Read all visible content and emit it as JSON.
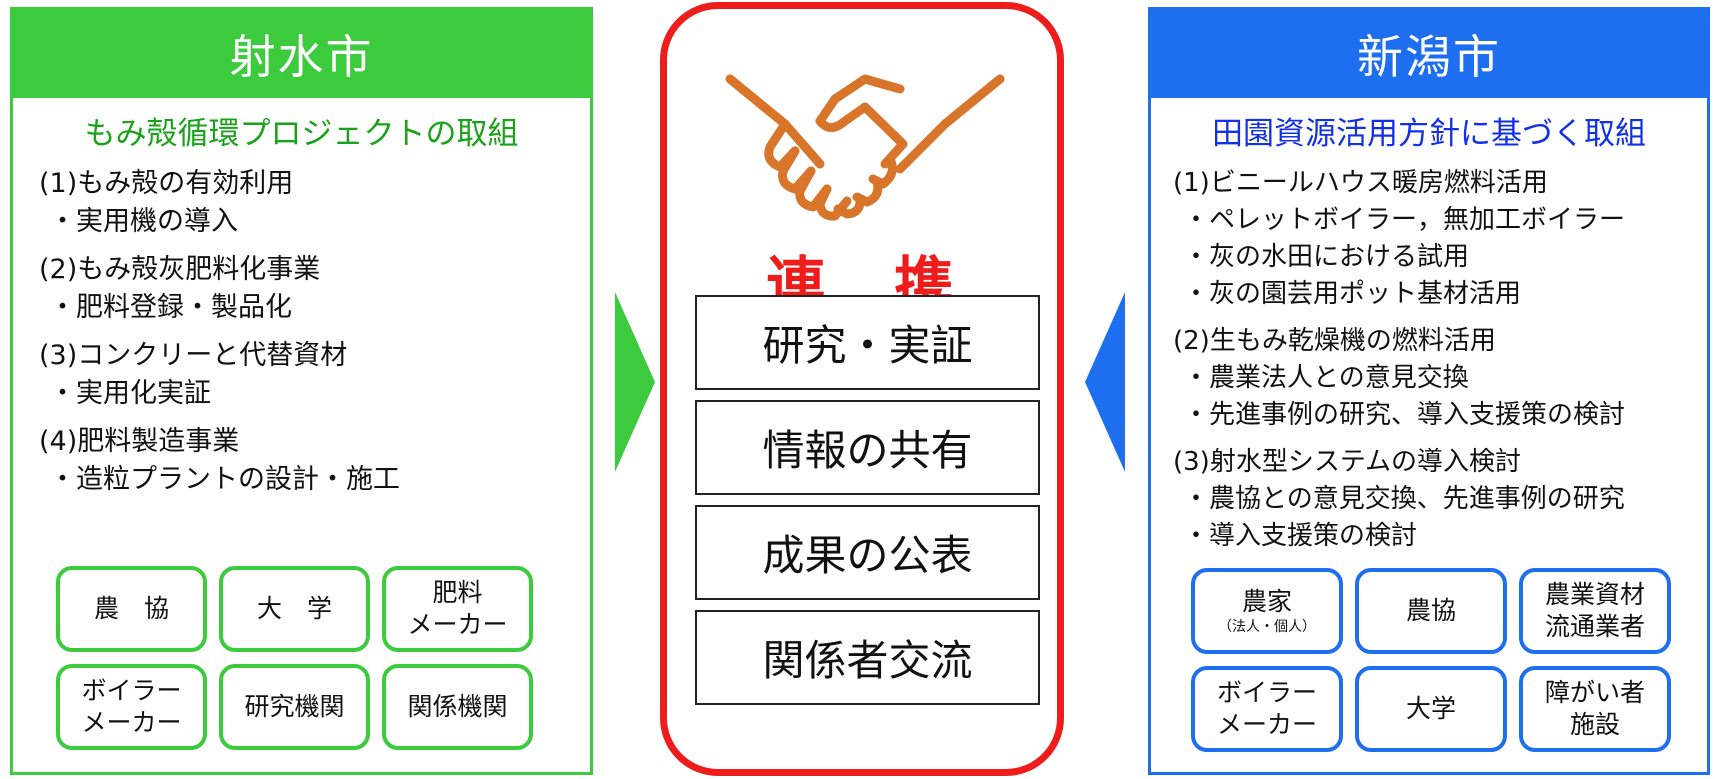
{
  "left": {
    "header": "射水市",
    "subtitle": "もみ殻循環プロジェクトの取組",
    "sections": [
      {
        "title": "(1)もみ殻の有効利用",
        "items": [
          "・実用機の導入"
        ]
      },
      {
        "title": "(2)もみ殻灰肥料化事業",
        "items": [
          "・肥料登録・製品化"
        ]
      },
      {
        "title": "(3)コンクリーと代替資材",
        "items": [
          "・実用化実証"
        ]
      },
      {
        "title": "(4)肥料製造事業",
        "items": [
          "・造粒プラントの設計・施工"
        ]
      }
    ],
    "boxes": [
      {
        "lines": [
          "農　協"
        ]
      },
      {
        "lines": [
          "大　学"
        ]
      },
      {
        "lines": [
          "肥料",
          "メーカー"
        ]
      },
      {
        "lines": [
          "ボイラー",
          "メーカー"
        ]
      },
      {
        "lines": [
          "研究機関"
        ]
      },
      {
        "lines": [
          "関係機関"
        ]
      }
    ]
  },
  "center": {
    "icon": "handshake-icon",
    "title": "連　携",
    "boxes": [
      "研究・実証",
      "情報の共有",
      "成果の公表",
      "関係者交流"
    ]
  },
  "right": {
    "header": "新潟市",
    "subtitle": "田園資源活用方針に基づく取組",
    "sections": [
      {
        "title": "(1)ビニールハウス暖房燃料活用",
        "items": [
          "・ペレットボイラー，無加工ボイラー",
          "・灰の水田における試用",
          "・灰の園芸用ポット基材活用"
        ]
      },
      {
        "title": "(2)生もみ乾燥機の燃料活用",
        "items": [
          "・農業法人との意見交換",
          "・先進事例の研究、導入支援策の検討"
        ]
      },
      {
        "title": "(3)射水型システムの導入検討",
        "items": [
          "・農協との意見交換、先進事例の研究",
          "・導入支援策の検討"
        ]
      }
    ],
    "boxes": [
      {
        "lines": [
          "農家"
        ],
        "note": "（法人・個人）"
      },
      {
        "lines": [
          "農協"
        ]
      },
      {
        "lines": [
          "農業資材",
          "流通業者"
        ]
      },
      {
        "lines": [
          "ボイラー",
          "メーカー"
        ]
      },
      {
        "lines": [
          "大学"
        ]
      },
      {
        "lines": [
          "障がい者",
          "施設"
        ]
      }
    ]
  },
  "colors": {
    "green": "#3ccb3c",
    "blue": "#1e6ef0",
    "red": "#ef1c1c",
    "handshake": "#d9752a"
  }
}
